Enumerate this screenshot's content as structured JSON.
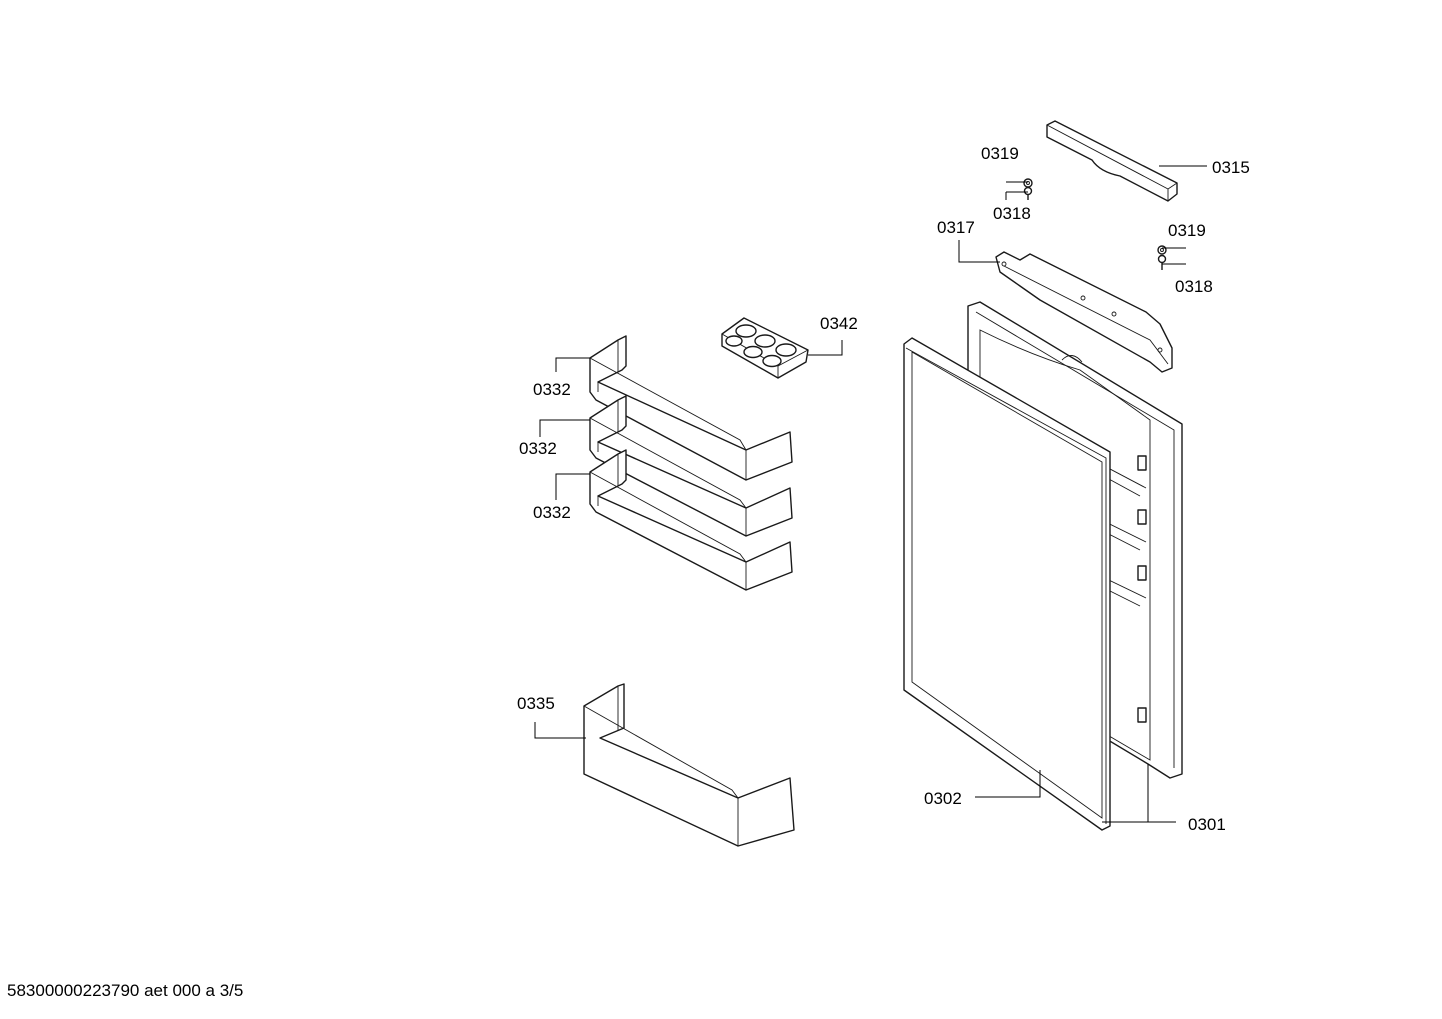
{
  "labels": {
    "p0301": "0301",
    "p0302": "0302",
    "p0315": "0315",
    "p0317": "0317",
    "p0318a": "0318",
    "p0318b": "0318",
    "p0319a": "0319",
    "p0319b": "0319",
    "p0332a": "0332",
    "p0332b": "0332",
    "p0332c": "0332",
    "p0335": "0335",
    "p0342": "0342"
  },
  "footer": "58300000223790 aet 000 a 3/5"
}
